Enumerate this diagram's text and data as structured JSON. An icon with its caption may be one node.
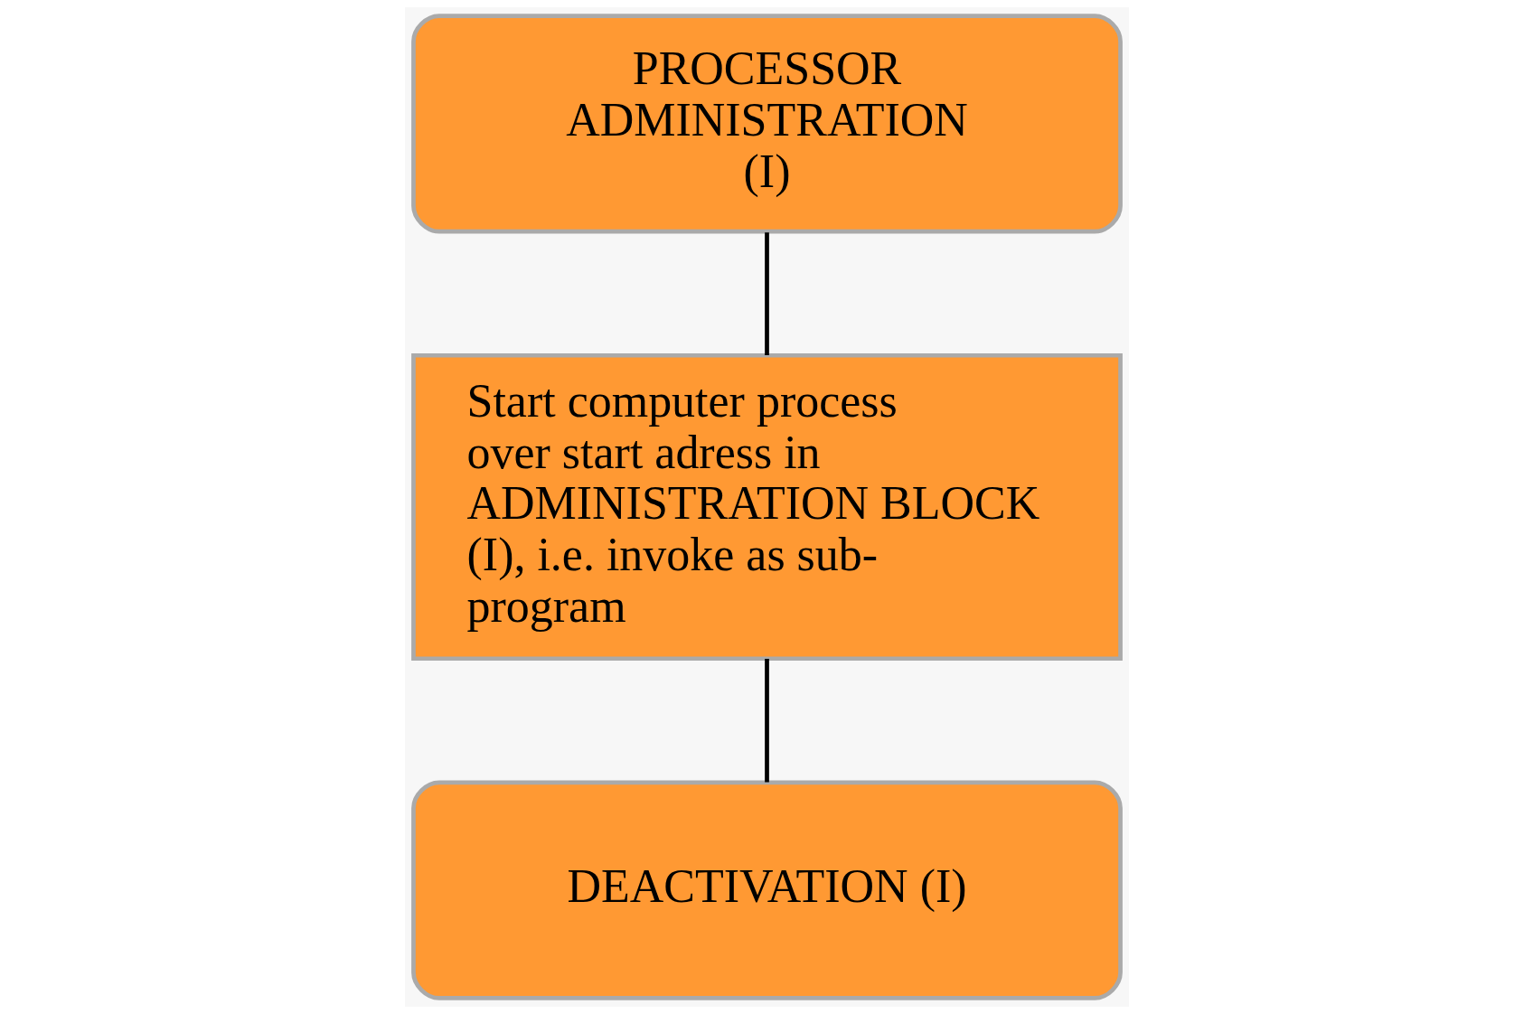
{
  "diagram": {
    "nodes": [
      {
        "text": [
          "PROCESSOR ADMINISTRATION (I)"
        ]
      },
      {
        "text": [
          "Start computer process over start adress in ADMINISTRATION BLOCK (I), i.e. invoke as sub-program"
        ]
      },
      {
        "text": [
          "DEACTIVATION (I)"
        ]
      }
    ],
    "edges": [
      {
        "from": 0,
        "to": 1,
        "arrow": "none"
      },
      {
        "from": 1,
        "to": 2,
        "arrow": "none"
      }
    ]
  }
}
